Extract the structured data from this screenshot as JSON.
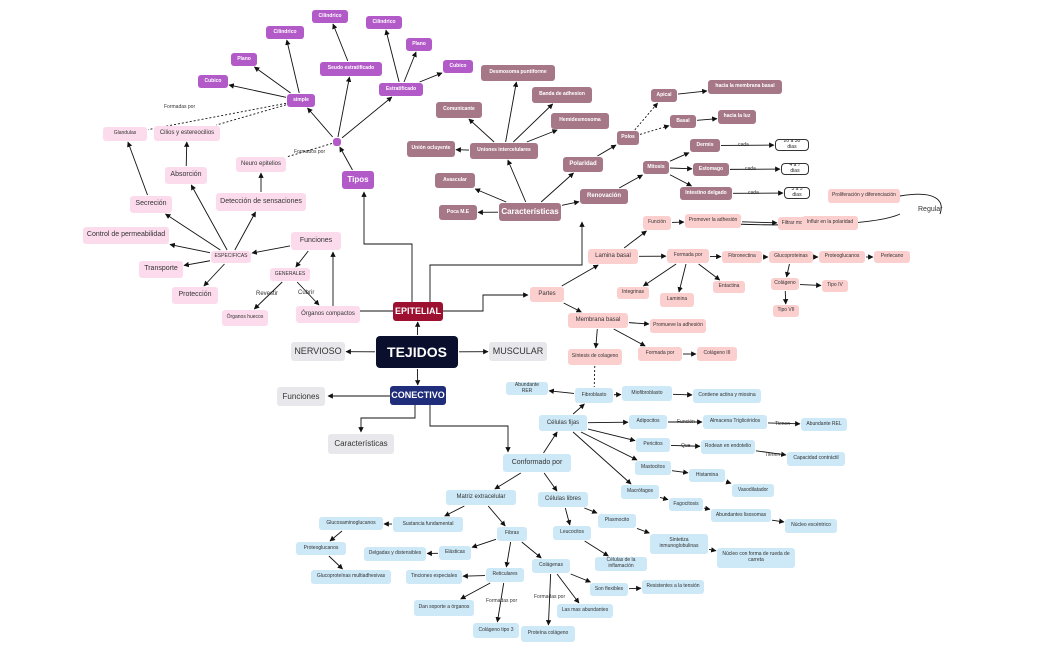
{
  "nodes": {
    "tejidos": "TEJIDOS",
    "epitelial": "EPITELIAL",
    "conectivo": "CONECTIVO",
    "nervioso": "NERVIOSO",
    "muscular": "MUSCULAR",
    "con_funciones": "Funciones",
    "con_caracteristicas": "Características",
    "tipos": "Tipos",
    "simple": "simple",
    "estratificado": "Estratificado",
    "cubico1": "Cubico",
    "plano1": "Plano",
    "cilindrico1": "Cilindrico",
    "seudo": "Seudo estratificado",
    "cilindrico2": "Cilindrico",
    "cilindrico3": "Cilindrico",
    "plano2": "Plano",
    "cubico2": "Cubico",
    "glandulas": "Glandulas",
    "cilios": "Cilios y estereocilios",
    "absorcion": "Absorción",
    "neuro": "Neuro epitelios",
    "deteccion": "Detección de sensaciones",
    "secrecion": "Secreción",
    "permeabilidad": "Control de permeabilidad",
    "transporte": "Transporte",
    "proteccion": "Protección",
    "especificas": "ESPECIFICAS",
    "generales": "GENERALES",
    "funciones": "Funciones",
    "organos_huecos": "Órganos huecos",
    "organos_compactos": "Órganos compactos",
    "caracteristicas": "Características",
    "uniones": "Uniones intercelulares",
    "desmosoma": "Desmosoma puntiforme",
    "comunicante": "Comunicante",
    "banda": "Banda de adhesion",
    "hemidesmosoma": "Hemidesmosoma",
    "ocluyente": "Unión ocluyente",
    "avascular": "Avascular",
    "pocame": "Poca M.E",
    "polaridad": "Polaridad",
    "polos": "Polos",
    "apical": "Apical",
    "basal": "Basal",
    "hacia_membrana": "hacia la membrana basal",
    "hacia_luz": "hacia la luz",
    "renovacion": "Renovación",
    "mitosis": "Mitosis",
    "dermis": "Dermis",
    "estomago": "Estomago",
    "intestino": "Intestino delgado",
    "d20": "20 a 30 dias",
    "d4": "4 a 7 dias",
    "d3": "3 a 5 dias",
    "proliferacion": "Proliferación y diferenciación",
    "regular": "Regular",
    "partes": "Partes",
    "lamina": "Lamina basal",
    "funcion": "Función",
    "promover": "Promover la adhesión",
    "filtrar": "Filtrar moléculas",
    "influir": "Influir en la polaridad",
    "formada1": "Formada por",
    "fibronectina": "Fibronectina",
    "glucoproteinas": "Glucoproteinas",
    "proteoglucanos1": "Proteoglucanos",
    "perlecano": "Perlecano",
    "colageno": "Colágeno",
    "tipo4": "Tipo IV",
    "tipo7": "Tipo VII",
    "integrinas": "Integrinas",
    "laminina": "Laminina",
    "entactina": "Entactina",
    "membrana": "Membrana basal",
    "promueve": "Promueve la adhesión",
    "sintesis": "Síntesis de colageno",
    "formada2": "Formada por",
    "colageno3": "Colágeno III",
    "conformado": "Conformado por",
    "celulas_fijas": "Células fijas",
    "fibroblasto": "Fibroblasto",
    "abundante_rer": "Abundante RER",
    "miofibroblasto": "Miofibroblasto",
    "actina": "Contiene actina y miosina",
    "adipocitos": "Adipocitos",
    "almacena": "Almacena Triglicéridos",
    "abundante_rel": "Abundante REL",
    "pericitos": "Pericitos",
    "rodean": "Rodean en endotelio",
    "capacidad": "Capacidad contráctil",
    "mastocitos": "Mastocitos",
    "histamina": "Histamina",
    "vasodilatador": "Vasodilatador",
    "macrofagos": "Macrófagos",
    "fagocitosis": "Fagocitosis",
    "lisosomas": "Abundantes lisosomas",
    "excentrico": "Núcleo excéntrico",
    "celulas_libres": "Células libres",
    "plasmocito": "Plasmocito",
    "sintetiza": "Sintetiza inmunoglobulinas",
    "rueda": "Núcleo con forma de rueda de carreta",
    "leucocitos": "Leucocitos",
    "inflamacion": "Células de la inflamación",
    "matriz": "Matriz extracelular",
    "sustancia": "Sustancia fundamental",
    "glucosaminoglucanos": "Glucosaminoglucanos",
    "proteoglucanos2": "Proteoglucanos",
    "multiadhesivas": "Glucoproteínas multiadhesivas",
    "fibras": "Fibras",
    "elasticas": "Elásticas",
    "delgadas": "Delgadas y distensibles",
    "reticulares": "Reticulares",
    "tinciones": "Tinciones especiales",
    "soporte": "Dan soporte a órganos",
    "colageno_t3": "Colágeno tipo 3",
    "colagenas": "Colágenas",
    "flexibles": "Son flexibles",
    "resistentes": "Resistentes a la tensión",
    "abundantes": "Las mas abundantes",
    "proteina": "Proteína colágeno"
  },
  "edge_labels": {
    "formadas_por": "Formadas por",
    "formados_por": "Formados por",
    "revestir": "Revestir",
    "cubrir": "Cubrir",
    "cada1": "cada",
    "cada2": "cada",
    "cada3": "cada",
    "funcion": "Función",
    "tienen": "Tienen",
    "que": "Que",
    "tienen2": "Tienen",
    "formadas_por2": "Formadas por",
    "formadas_por3": "Formadas por"
  }
}
